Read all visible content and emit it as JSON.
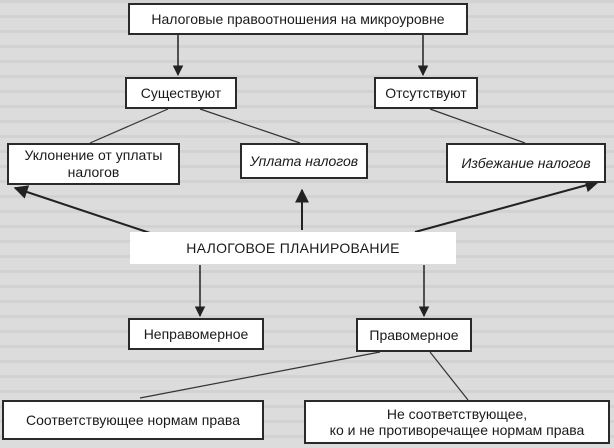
{
  "nodes": {
    "root": "Налоговые правоотношения на микроуровне",
    "exist": "Существуют",
    "absent": "Отсутствуют",
    "evasion": "Уклонение от уплаты налогов",
    "payment": "Уплата налогов",
    "avoidance": "Избежание налогов",
    "planning": "НАЛОГОВОЕ ПЛАНИРОВАНИЕ",
    "unlawful": "Неправомерное",
    "lawful": "Правомерное",
    "compliant": "Соответствующее нормам права",
    "neutral_line1": "Не соответствующее,",
    "neutral_line2": "ко и не противоречащее нормам права"
  }
}
